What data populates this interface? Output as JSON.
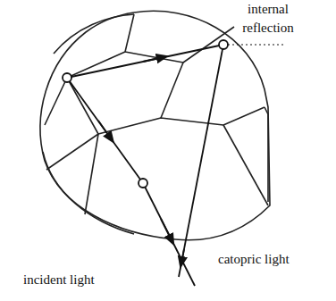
{
  "diagram": {
    "labels": [
      "internal reflection",
      "catopric light",
      "incident light"
    ]
  }
}
